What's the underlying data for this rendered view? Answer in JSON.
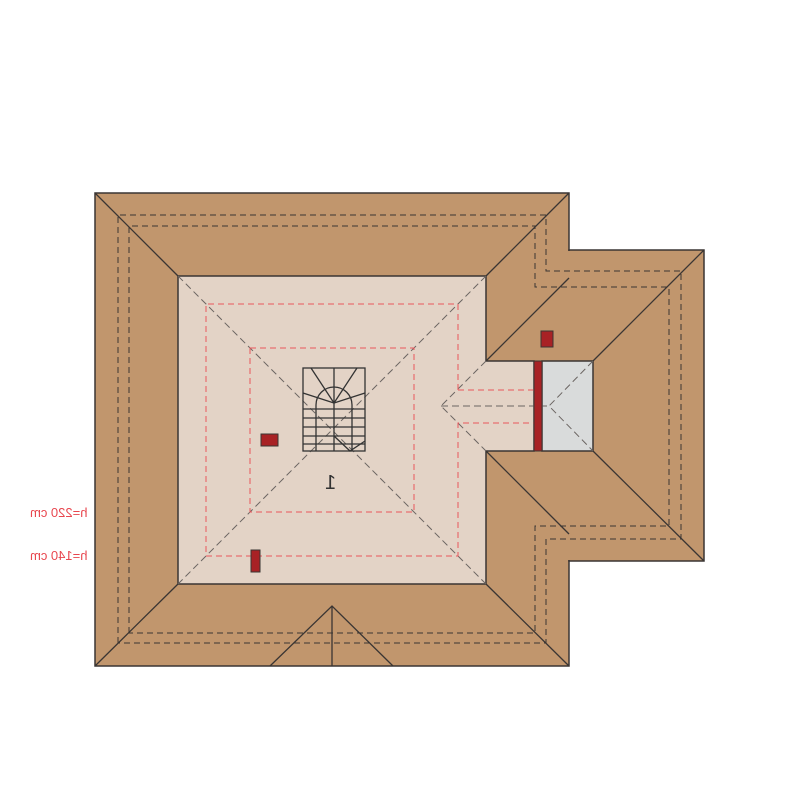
{
  "plan": {
    "room_number": "1",
    "height_labels": [
      "h=220 cm",
      "h=140 cm"
    ],
    "colors": {
      "roof": "#c1966d",
      "attic_floor": "#e3d3c6",
      "skylight": "#d9dbdb",
      "chimney": "#a82225",
      "outline": "#3a3533",
      "height_line": "#e8575c"
    }
  }
}
